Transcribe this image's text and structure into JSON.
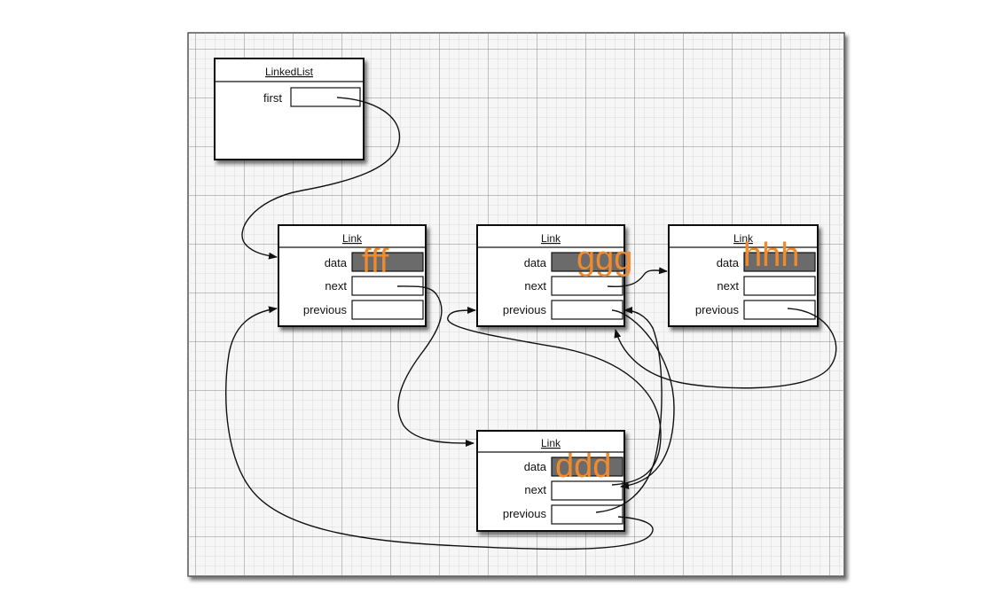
{
  "linked_list": {
    "class_name": "LinkedList",
    "field": "first"
  },
  "links": [
    {
      "class_name": "Link",
      "fields": [
        "data",
        "next",
        "previous"
      ],
      "value": "fff"
    },
    {
      "class_name": "Link",
      "fields": [
        "data",
        "next",
        "previous"
      ],
      "value": "ggg"
    },
    {
      "class_name": "Link",
      "fields": [
        "data",
        "next",
        "previous"
      ],
      "value": "hhh"
    },
    {
      "class_name": "Link",
      "fields": [
        "data",
        "next",
        "previous"
      ],
      "value": "ddd"
    }
  ],
  "colors": {
    "grid_paper": "#f6f6f6",
    "grid_line": "#b9b9b9",
    "data_fill": "#6b6b6b",
    "overlay_text": "#f08a2c"
  }
}
